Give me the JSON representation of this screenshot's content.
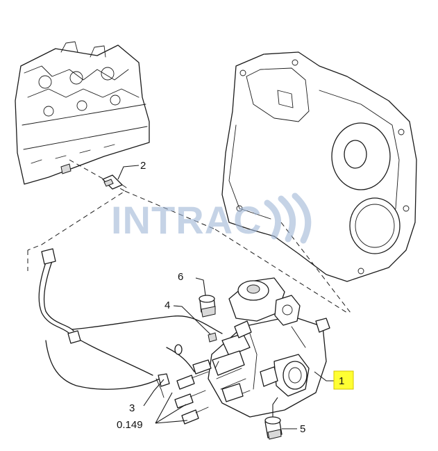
{
  "watermark": {
    "text": "INTRAC"
  },
  "callouts": {
    "c1": "1",
    "c2": "2",
    "c3": "3",
    "c4": "4",
    "c5": "5",
    "c6": "6",
    "c0149": "0.149"
  },
  "highlighted_callout": "1",
  "colors": {
    "highlight": "#ffff33",
    "watermark": "#9fb6d6",
    "line": "#1a1a1a"
  }
}
